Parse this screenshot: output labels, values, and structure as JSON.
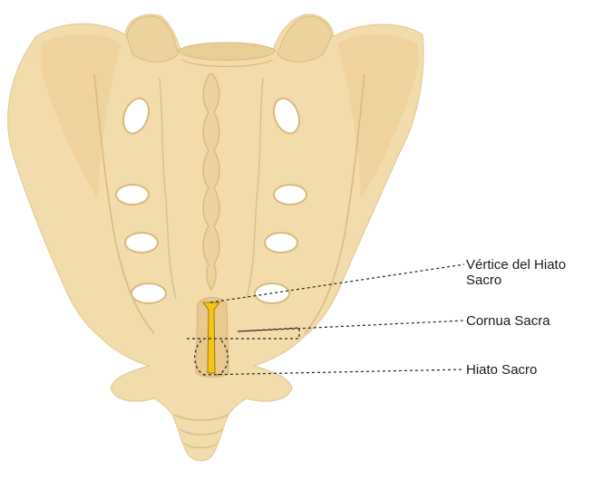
{
  "colors": {
    "bone": "#f2dcab",
    "bone_shadow": "#e7c992",
    "bone_edge": "#d9b87d",
    "foramen": "#ffffff",
    "hiatus_fill": "#f5c518",
    "hiatus_edge": "#9a7a00",
    "leader_line": "#222222"
  },
  "labels": {
    "apex": {
      "line1": "Vértice del Hiato",
      "line2": "Sacro"
    },
    "cornua": "Cornua Sacra",
    "hiatus": "Hiato Sacro"
  }
}
